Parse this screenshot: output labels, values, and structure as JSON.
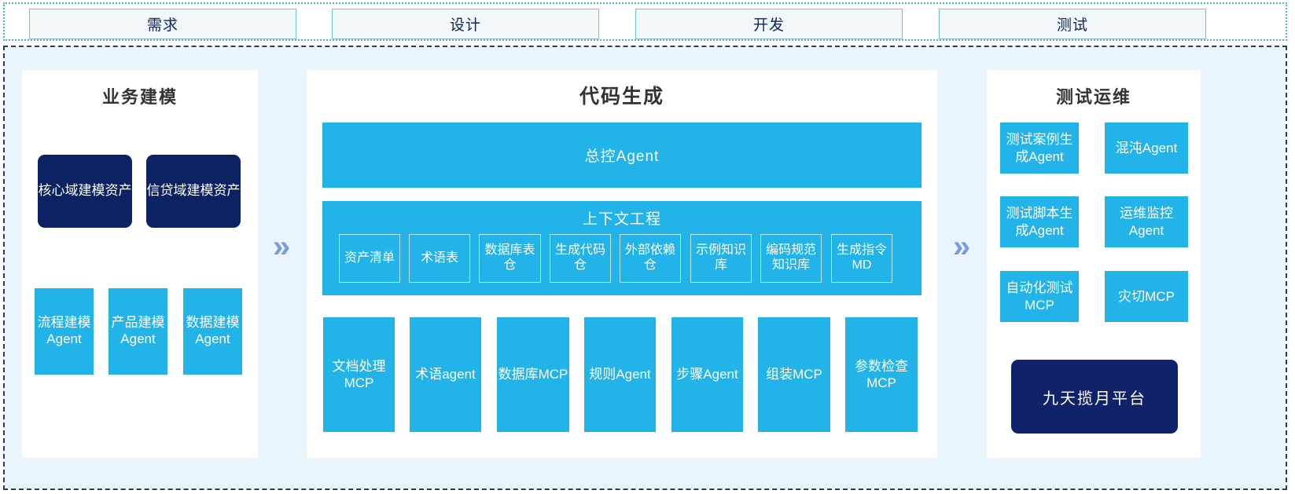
{
  "phases": [
    {
      "label": "需求"
    },
    {
      "label": "设计"
    },
    {
      "label": "开发"
    },
    {
      "label": "测试"
    }
  ],
  "colors": {
    "accent_cyan": "#22b4e8",
    "navy": "#0d2263",
    "platform_navy": "#10226a",
    "panel_bg": "#e9f4fb",
    "chevron": "#7a9ce8",
    "tab_fill": "#f2f7fa",
    "tab_border": "#6cc2e0",
    "title_text": "#333333"
  },
  "flow": {
    "chevron_1": "»",
    "chevron_2": "»"
  },
  "panels": {
    "left": {
      "title": "业务建模",
      "assets": [
        {
          "label": "核心域建模资产"
        },
        {
          "label": "信贷域建模资产"
        }
      ],
      "agents": [
        {
          "label": "流程建模Agent"
        },
        {
          "label": "产品建模Agent"
        },
        {
          "label": "数据建模Agent"
        }
      ]
    },
    "middle": {
      "title": "代码生成",
      "control_agent": "总控Agent",
      "context": {
        "title": "上下文工程",
        "items": [
          {
            "label": "资产清单"
          },
          {
            "label": "术语表"
          },
          {
            "label": "数据库表仓"
          },
          {
            "label": "生成代码仓"
          },
          {
            "label": "外部依赖仓"
          },
          {
            "label": "示例知识库"
          },
          {
            "label": "编码规范知识库"
          },
          {
            "label": "生成指令MD"
          }
        ]
      },
      "tools": [
        {
          "label": "文档处理MCP"
        },
        {
          "label": "术语agent"
        },
        {
          "label": "数据库MCP"
        },
        {
          "label": "规则Agent"
        },
        {
          "label": "步骤Agent"
        },
        {
          "label": "组装MCP"
        },
        {
          "label": "参数检查MCP"
        }
      ]
    },
    "right": {
      "title": "测试运维",
      "agents": [
        {
          "label": "测试案例生成Agent"
        },
        {
          "label": "混沌Agent"
        },
        {
          "label": "测试脚本生成Agent"
        },
        {
          "label": "运维监控Agent"
        },
        {
          "label": "自动化测试MCP"
        },
        {
          "label": "灾切MCP"
        }
      ],
      "platform": "九天揽月平台"
    }
  }
}
